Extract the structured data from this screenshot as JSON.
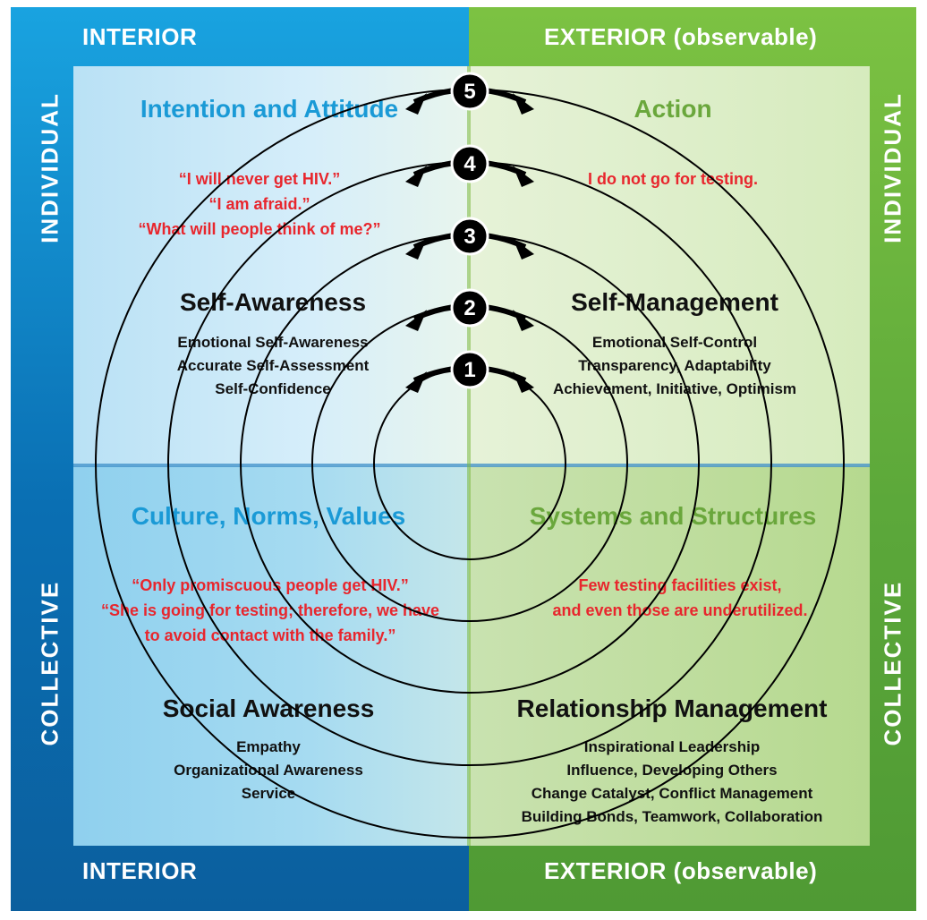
{
  "headers": {
    "top_left": "INTERIOR",
    "top_right": "EXTERIOR",
    "top_right_sub": "(observable)",
    "bottom_left": "INTERIOR",
    "bottom_right": "EXTERIOR",
    "bottom_right_sub": "(observable)",
    "left_upper": "INDIVIDUAL",
    "left_lower": "COLLECTIVE",
    "right_upper": "INDIVIDUAL",
    "right_lower": "COLLECTIVE"
  },
  "quadrants": {
    "top_left": {
      "title": "Intention and Attitude",
      "quotes": [
        "“I will never get HIV.”",
        "“I am afraid.”",
        "“What will people think of me?”"
      ],
      "competency_title": "Self-Awareness",
      "competencies": [
        "Emotional Self-Awareness",
        "Accurate Self-Assessment",
        "Self-Confidence"
      ]
    },
    "top_right": {
      "title": "Action",
      "quotes": [
        "I do not go for testing."
      ],
      "competency_title": "Self-Management",
      "competencies": [
        "Emotional Self-Control",
        "Transparency, Adaptability",
        "Achievement, Initiative, Optimism"
      ]
    },
    "bottom_left": {
      "title": "Culture, Norms, Values",
      "quotes": [
        "“Only promiscuous people get HIV.”",
        "“She is going for testing; therefore, we have",
        "to avoid contact with the family.”"
      ],
      "competency_title": "Social Awareness",
      "competencies": [
        "Empathy",
        "Organizational Awareness",
        "Service"
      ]
    },
    "bottom_right": {
      "title": "Systems and Structures",
      "quotes": [
        "Few testing facilities exist,",
        "and even those are underutilized."
      ],
      "competency_title": "Relationship Management",
      "competencies": [
        "Inspirational Leadership",
        "Influence, Developing Others",
        "Change Catalyst, Conflict Management",
        "Building Bonds, Teamwork, Collaboration"
      ]
    }
  },
  "rings": [
    "1",
    "2",
    "3",
    "4",
    "5"
  ],
  "colors": {
    "interior_band": "#0a6fb3",
    "exterior_band": "#5ca83a",
    "title_blue": "#1a9ad6",
    "title_green": "#6aa73c",
    "quote_red": "#e8262d",
    "ring_stroke": "#000000"
  }
}
